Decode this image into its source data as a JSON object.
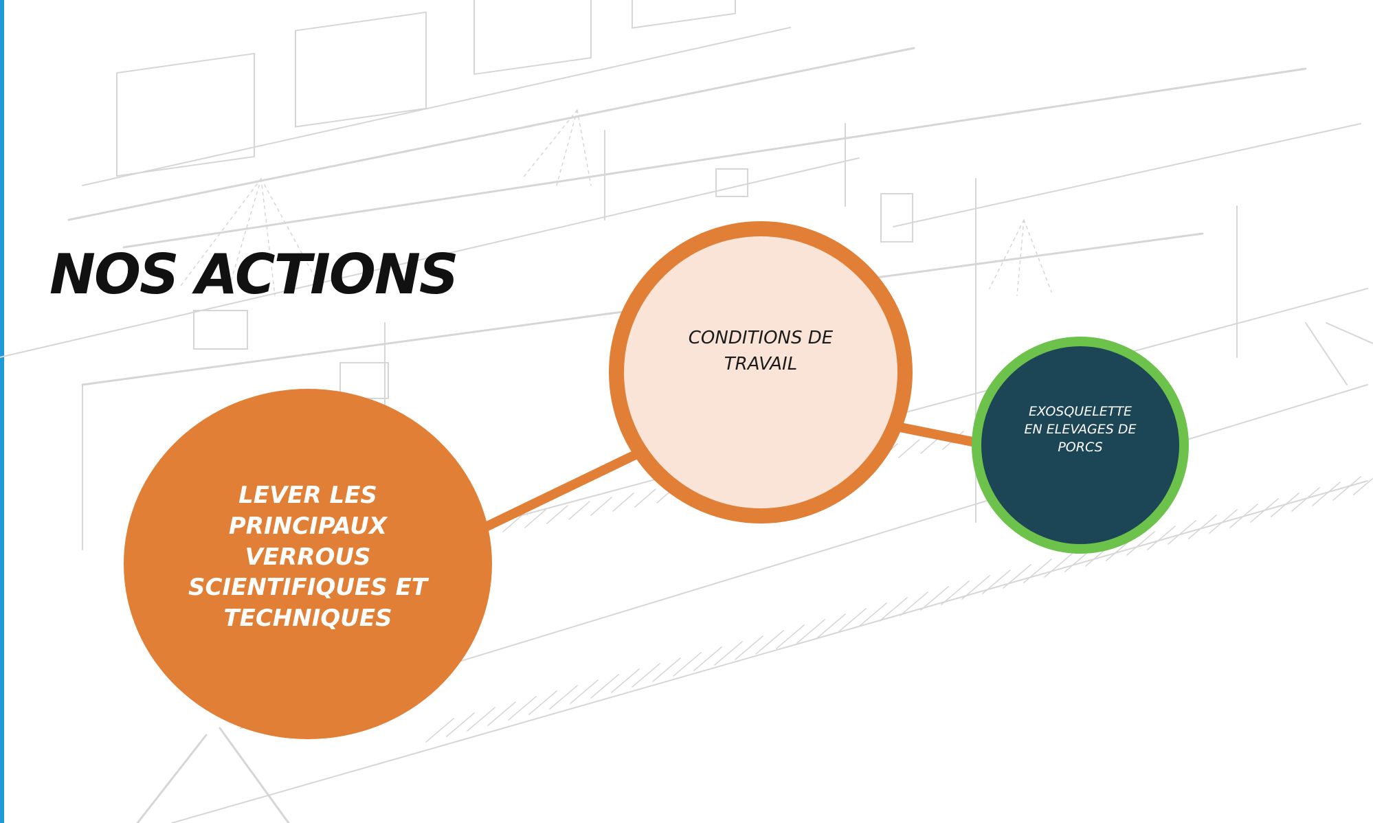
{
  "slide": {
    "title": "NOS ACTIONS"
  },
  "nodes": {
    "main": {
      "label": "LEVER LES PRINCIPAUX VERROUS SCIENTIFIQUES ET TECHNIQUES"
    },
    "mid": {
      "label": "CONDITIONS DE TRAVAIL"
    },
    "small": {
      "label": "EXOSQUELETTE EN ELEVAGES DE PORCS"
    }
  },
  "edges": [
    {
      "from": "main",
      "to": "mid"
    },
    {
      "from": "mid",
      "to": "small"
    }
  ],
  "colors": {
    "accent_bar": "#1e9bd7",
    "orange": "#e07f35",
    "peach_fill": "#fae4d7",
    "dark_teal": "#1c4656",
    "green_ring": "#6cc24a",
    "sketch_line": "#d6d6d6"
  }
}
